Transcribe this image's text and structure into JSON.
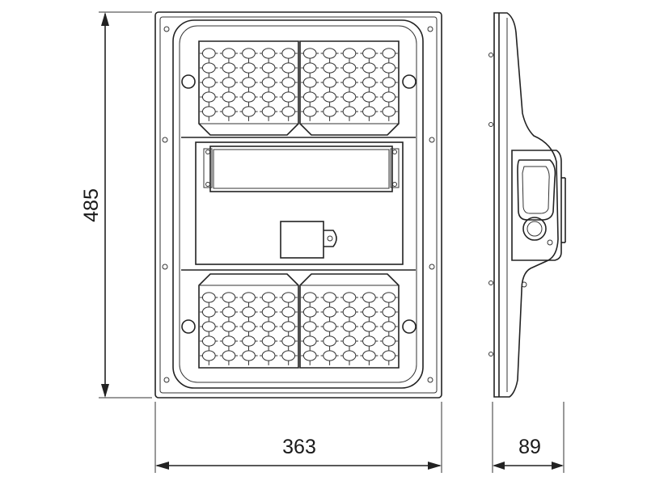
{
  "dimensions": {
    "height": "485",
    "width": "363",
    "depth": "89"
  },
  "colors": {
    "stroke": "#222222",
    "background": "#ffffff"
  },
  "led_modules": {
    "rows_per_module": 5,
    "cols_per_module": 5,
    "count": 4
  }
}
